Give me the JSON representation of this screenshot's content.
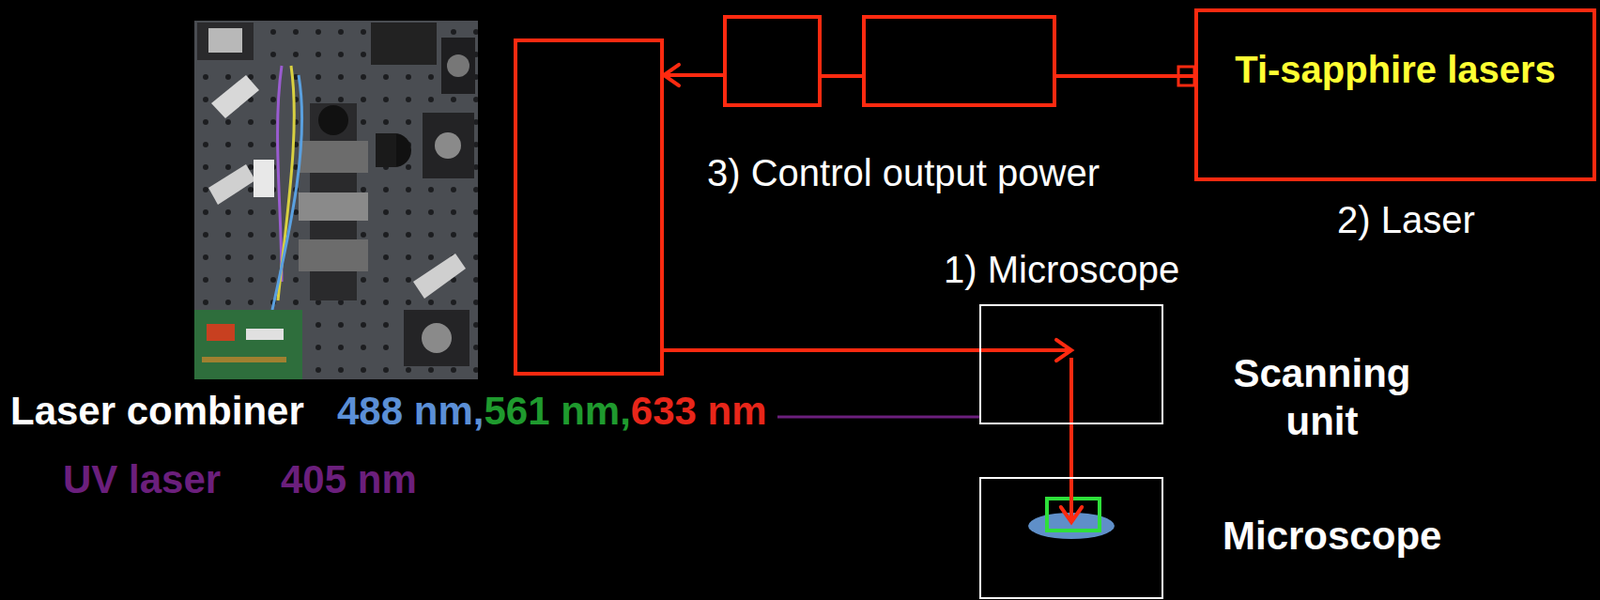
{
  "diagram": {
    "nodes": [
      {
        "text": [
          "Ti-sapphire lasers",
          "2) Laser"
        ]
      },
      {
        "text": []
      },
      {
        "text": []
      },
      {
        "text": []
      },
      {
        "text": [
          "1) Microscope",
          "Scanning unit"
        ]
      },
      {
        "text": [
          "Microscope"
        ]
      }
    ],
    "edges": [
      {
        "from": 0,
        "to": 1,
        "arrow": "none"
      },
      {
        "from": 1,
        "to": 2,
        "arrow": "none"
      },
      {
        "from": 2,
        "to": 3,
        "arrow": "to"
      },
      {
        "from": 3,
        "to": 4,
        "arrow": "to"
      },
      {
        "from": 4,
        "to": 5,
        "arrow": "to"
      }
    ],
    "labels": [
      "3) Control output power",
      "Laser combiner",
      "488 nm,",
      "561 nm,",
      "633 nm",
      "UV laser",
      "405 nm"
    ]
  }
}
